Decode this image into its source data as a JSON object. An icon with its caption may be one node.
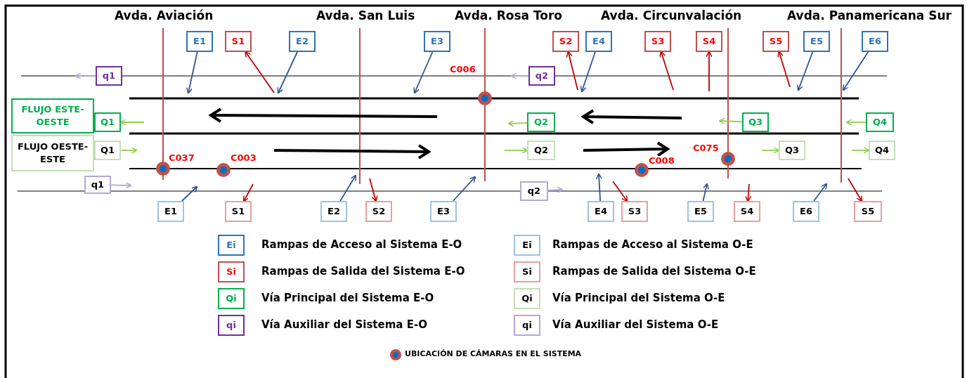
{
  "diagram": {
    "nodes": [
      {
        "text": [
          "E1"
        ]
      },
      {
        "text": [
          "S1"
        ]
      },
      {
        "text": [
          "E2"
        ]
      },
      {
        "text": [
          "E3"
        ]
      },
      {
        "text": [
          "S2"
        ]
      },
      {
        "text": [
          "E4"
        ]
      },
      {
        "text": [
          "S3"
        ]
      },
      {
        "text": [
          "S4"
        ]
      },
      {
        "text": [
          "S5"
        ]
      },
      {
        "text": [
          "E5"
        ]
      },
      {
        "text": [
          "E6"
        ]
      },
      {
        "text": [
          "q1"
        ]
      },
      {
        "text": [
          "FLUJO ESTE-OESTE"
        ]
      },
      {
        "text": [
          "Q1"
        ]
      },
      {
        "text": [
          "FLUJO OESTE-ESTE"
        ]
      },
      {
        "text": [
          "Q1"
        ]
      },
      {
        "text": [
          "q1"
        ]
      },
      {
        "text": [
          "q2"
        ]
      },
      {
        "text": [
          "Q2"
        ]
      },
      {
        "text": [
          "Q3"
        ]
      },
      {
        "text": [
          "Q4"
        ]
      },
      {
        "text": [
          "Q2"
        ]
      },
      {
        "text": [
          "Q3"
        ]
      },
      {
        "text": [
          "Q4"
        ]
      },
      {
        "text": [
          "q2"
        ]
      },
      {
        "text": [
          "E1"
        ]
      },
      {
        "text": [
          "S1"
        ]
      },
      {
        "text": [
          "E2"
        ]
      },
      {
        "text": [
          "S2"
        ]
      },
      {
        "text": [
          "E3"
        ]
      },
      {
        "text": [
          "E4"
        ]
      },
      {
        "text": [
          "S3"
        ]
      },
      {
        "text": [
          "E5"
        ]
      },
      {
        "text": [
          "S4"
        ]
      },
      {
        "text": [
          "E6"
        ]
      },
      {
        "text": [
          "S5"
        ]
      }
    ],
    "edges": [
      {
        "from": 0,
        "to": null,
        "arrow": "to",
        "color": "#2f5597"
      },
      {
        "from": null,
        "to": 1,
        "arrow": "to",
        "color": "#c00000"
      },
      {
        "from": 2,
        "to": null,
        "arrow": "to",
        "color": "#2f5597"
      },
      {
        "from": 3,
        "to": null,
        "arrow": "to",
        "color": "#2f5597"
      },
      {
        "from": null,
        "to": 4,
        "arrow": "to",
        "color": "#c00000"
      },
      {
        "from": 5,
        "to": null,
        "arrow": "to",
        "color": "#2f5597"
      },
      {
        "from": null,
        "to": 6,
        "arrow": "to",
        "color": "#c00000"
      },
      {
        "from": null,
        "to": 7,
        "arrow": "to",
        "color": "#c00000"
      },
      {
        "from": null,
        "to": 8,
        "arrow": "to",
        "color": "#c00000"
      },
      {
        "from": 9,
        "to": null,
        "arrow": "to",
        "color": "#2f5597"
      },
      {
        "from": 10,
        "to": null,
        "arrow": "to",
        "color": "#2f5597"
      },
      {
        "from": 11,
        "to": null,
        "arrow": "to",
        "color": "#b4a7d6"
      },
      {
        "from": null,
        "to": 13,
        "arrow": "to",
        "color": "#92d050"
      },
      {
        "from": 15,
        "to": null,
        "arrow": "to",
        "color": "#92d050"
      },
      {
        "from": 16,
        "to": null,
        "arrow": "to",
        "color": "#b4a7d6"
      },
      {
        "from": 17,
        "to": null,
        "arrow": "to",
        "color": "#b4a7d6"
      },
      {
        "from": 18,
        "to": null,
        "arrow": "to",
        "color": "#92d050"
      },
      {
        "from": 19,
        "to": null,
        "arrow": "to",
        "color": "#92d050"
      },
      {
        "from": 20,
        "to": null,
        "arrow": "to",
        "color": "#92d050"
      },
      {
        "from": null,
        "to": 21,
        "arrow": "to",
        "color": "#92d050"
      },
      {
        "from": null,
        "to": 22,
        "arrow": "to",
        "color": "#92d050"
      },
      {
        "from": null,
        "to": 23,
        "arrow": "to",
        "color": "#92d050"
      },
      {
        "from": 24,
        "to": null,
        "arrow": "to",
        "color": "#b4a7d6"
      },
      {
        "from": 25,
        "to": null,
        "arrow": "to",
        "color": "#2f5597"
      },
      {
        "from": null,
        "to": 26,
        "arrow": "to",
        "color": "#c00000"
      },
      {
        "from": 27,
        "to": null,
        "arrow": "to",
        "color": "#2f5597"
      },
      {
        "from": null,
        "to": 28,
        "arrow": "to",
        "color": "#c00000"
      },
      {
        "from": 29,
        "to": null,
        "arrow": "to",
        "color": "#2f5597"
      },
      {
        "from": 30,
        "to": null,
        "arrow": "to",
        "color": "#2f5597"
      },
      {
        "from": null,
        "to": 31,
        "arrow": "to",
        "color": "#c00000"
      },
      {
        "from": 32,
        "to": null,
        "arrow": "to",
        "color": "#2f5597"
      },
      {
        "from": null,
        "to": 33,
        "arrow": "to",
        "color": "#c00000"
      },
      {
        "from": 34,
        "to": null,
        "arrow": "to",
        "color": "#2f5597"
      },
      {
        "from": null,
        "to": 35,
        "arrow": "to",
        "color": "#c00000"
      }
    ],
    "labels": [
      "Avda. Aviación",
      "Avda. San Luis",
      "Avda. Rosa Toro",
      "Avda. Circunvalación",
      "Avda. Panamericana Sur",
      "C006",
      "C037",
      "C003",
      "C008",
      "C075",
      "Ei",
      "Ei",
      "Si",
      "Si",
      "Qi",
      "Qi",
      "qi",
      "qi"
    ],
    "legend": [
      {
        "text": "Rampas de Acceso al Sistema E-O",
        "color": "#2e75b6"
      },
      {
        "text": "Rampas de Acceso al Sistema O-E",
        "color": "#9dc3e6"
      },
      {
        "text": "Rampas de Salida del Sistema E-O",
        "color": "#c0504d"
      },
      {
        "text": "Rampas de Salida del Sistema O-E",
        "color": "#e6a0a0"
      },
      {
        "text": "Vía Principal del Sistema E-O",
        "color": "#00b050"
      },
      {
        "text": "Vía Principal del Sistema O-E",
        "color": "#c5e0b4"
      },
      {
        "text": "Vía Auxiliar del Sistema E-O",
        "color": "#7030a0"
      },
      {
        "text": "Vía Auxiliar del Sistema O-E",
        "color": "#b4a7d6"
      },
      {
        "text": "UBICACIÓN DE CÁMARAS EN EL SISTEMA"
      }
    ]
  }
}
